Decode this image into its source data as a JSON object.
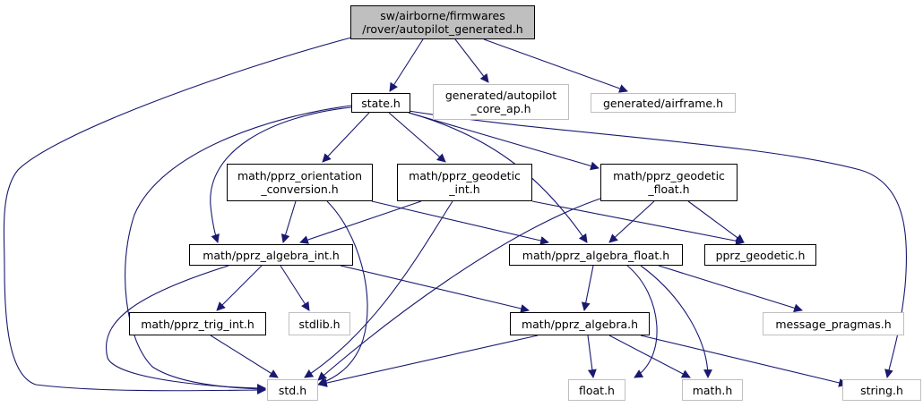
{
  "graph": {
    "colors": {
      "edge": "#191970",
      "border": "#000000",
      "external_border": "#bfbfbf",
      "root_fill": "#bfbfbf"
    },
    "nodes": [
      {
        "id": "root",
        "lines": [
          "sw/airborne/firmwares",
          "/rover/autopilot_generated.h"
        ],
        "kind": "root"
      },
      {
        "id": "state",
        "lines": [
          "state.h"
        ],
        "kind": "link"
      },
      {
        "id": "gen_core",
        "lines": [
          "generated/autopilot",
          "_core_ap.h"
        ],
        "kind": "ext"
      },
      {
        "id": "gen_airframe",
        "lines": [
          "generated/airframe.h"
        ],
        "kind": "ext"
      },
      {
        "id": "orient",
        "lines": [
          "math/pprz_orientation",
          "_conversion.h"
        ],
        "kind": "link"
      },
      {
        "id": "geod_int",
        "lines": [
          "math/pprz_geodetic",
          "_int.h"
        ],
        "kind": "link"
      },
      {
        "id": "geod_float",
        "lines": [
          "math/pprz_geodetic",
          "_float.h"
        ],
        "kind": "link"
      },
      {
        "id": "alg_int",
        "lines": [
          "math/pprz_algebra_int.h"
        ],
        "kind": "link"
      },
      {
        "id": "alg_float",
        "lines": [
          "math/pprz_algebra_float.h"
        ],
        "kind": "link"
      },
      {
        "id": "geodetic",
        "lines": [
          "pprz_geodetic.h"
        ],
        "kind": "link"
      },
      {
        "id": "trig",
        "lines": [
          "math/pprz_trig_int.h"
        ],
        "kind": "link"
      },
      {
        "id": "stdlib",
        "lines": [
          "stdlib.h"
        ],
        "kind": "ext"
      },
      {
        "id": "algebra",
        "lines": [
          "math/pprz_algebra.h"
        ],
        "kind": "link"
      },
      {
        "id": "msgprag",
        "lines": [
          "message_pragmas.h"
        ],
        "kind": "ext"
      },
      {
        "id": "std",
        "lines": [
          "std.h"
        ],
        "kind": "ext"
      },
      {
        "id": "float",
        "lines": [
          "float.h"
        ],
        "kind": "ext"
      },
      {
        "id": "math",
        "lines": [
          "math.h"
        ],
        "kind": "ext"
      },
      {
        "id": "string",
        "lines": [
          "string.h"
        ],
        "kind": "ext"
      }
    ]
  }
}
